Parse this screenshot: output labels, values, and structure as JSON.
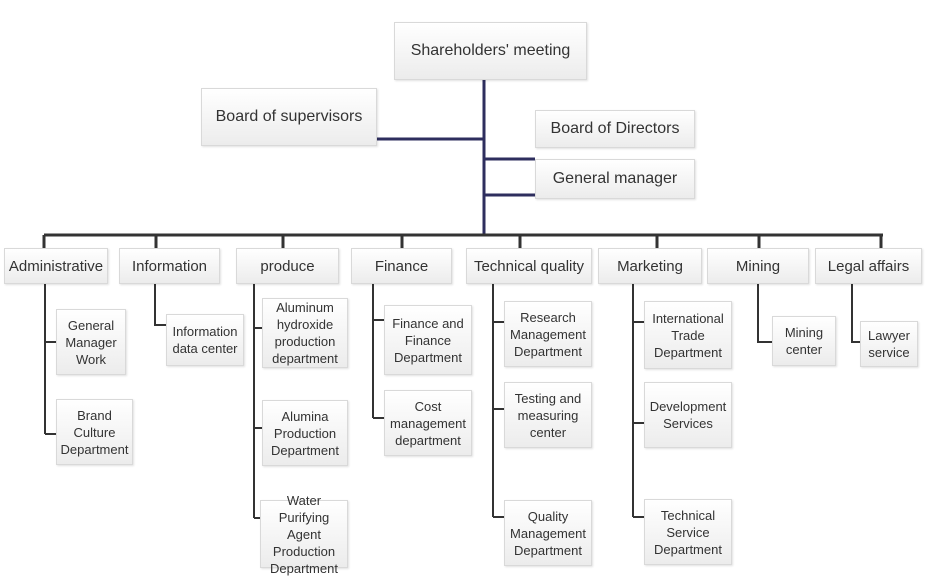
{
  "top": {
    "shareholders": "Shareholders' meeting",
    "supervisors": "Board of supervisors",
    "directors": "Board of Directors",
    "manager": "General manager"
  },
  "departments": [
    {
      "name": "Administrative",
      "children": [
        "General Manager Work",
        "Brand Culture Department"
      ]
    },
    {
      "name": "Information",
      "children": [
        "Information data center"
      ]
    },
    {
      "name": "produce",
      "children": [
        "Aluminum hydroxide production department",
        "Alumina Production Department",
        "Water Purifying Agent Production Department"
      ]
    },
    {
      "name": "Finance",
      "children": [
        "Finance and Finance Department",
        "Cost management department"
      ]
    },
    {
      "name": "Technical quality",
      "children": [
        "Research Management Department",
        "Testing and measuring center",
        "Quality Management Department"
      ]
    },
    {
      "name": "Marketing",
      "children": [
        "International Trade Department",
        "Development Services",
        "Technical Service Department"
      ]
    },
    {
      "name": "Mining",
      "children": [
        "Mining center"
      ]
    },
    {
      "name": "Legal affairs",
      "children": [
        "Lawyer service"
      ]
    }
  ],
  "colors": {
    "line": "#333333",
    "accent_line": "#2e2e5e"
  }
}
